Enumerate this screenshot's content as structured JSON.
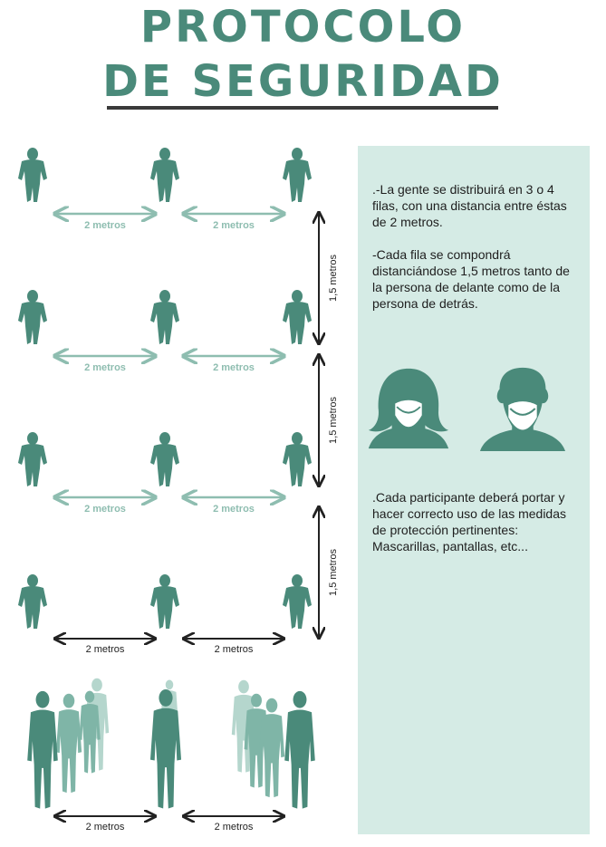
{
  "title": {
    "line1": "PROTOCOLO",
    "line2": "DE SEGURIDAD"
  },
  "colors": {
    "teal": "#4a8a7a",
    "teal_light": "#8ebdb0",
    "panel": "#d5ebe5",
    "dark": "#222222"
  },
  "diagram": {
    "horizontal_label": "2 metros",
    "vertical_label": "1,5 metros"
  },
  "panel": {
    "p1": ".-La gente se distribuirá en 3 o 4 filas, con una distancia entre éstas de 2 metros.",
    "p2": "-Cada fila se compondrá distanciándose 1,5 metros tanto de la persona de delante como de la persona de detrás.",
    "p3": ".Cada participante deberá portar y hacer correcto uso de las medidas de protección pertinentes: Mascarillas, pantallas, etc..."
  }
}
